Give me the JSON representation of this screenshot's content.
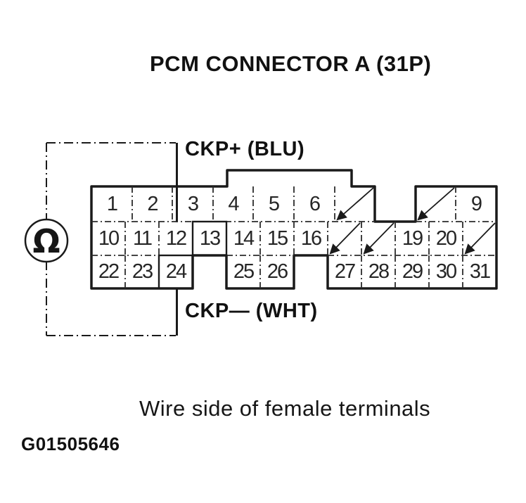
{
  "title": "PCM CONNECTOR A (31P)",
  "labels": {
    "ckp_plus": "CKP+ (BLU)",
    "ckp_minus": "CKP— (WHT)",
    "caption": "Wire side of female terminals",
    "figure_id": "G01505646",
    "ohm": "Ω"
  },
  "connector": {
    "name": "PCM Connector A (31P)",
    "row1_pins": [
      "1",
      "2",
      "3",
      "4",
      "5",
      "6",
      "9"
    ],
    "row2_pins": [
      "10",
      "11",
      "12",
      "13",
      "14",
      "15",
      "16",
      "19",
      "20"
    ],
    "row3_pins": [
      "22",
      "23",
      "24",
      "25",
      "26",
      "27",
      "28",
      "29",
      "30",
      "31"
    ],
    "crossed_out_positions": [
      "7",
      "8",
      "17",
      "18",
      "21"
    ],
    "probed_pins": {
      "positive": "12",
      "negative": "24"
    }
  },
  "colors": {
    "ink": "#1a1a1a",
    "background": "#ffffff"
  }
}
